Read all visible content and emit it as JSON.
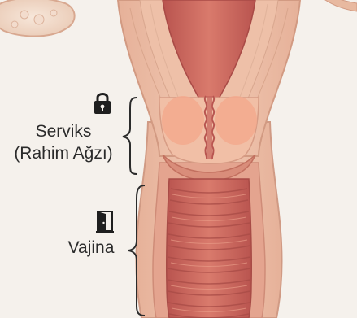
{
  "labels": {
    "cervix_line1": "Serviks",
    "cervix_line2": "(Rahim Ağzı)",
    "vagina": "Vajina"
  },
  "icons": {
    "cervix": "lock-icon",
    "vagina": "open-door-icon"
  },
  "colors": {
    "background": "#f5f1ec",
    "tissue_outer": "#e8b9a0",
    "tissue_mid": "#d98a78",
    "canal_inner": "#c9645f",
    "highlight": "#f2a98a",
    "bracket": "#2b2b2b"
  }
}
